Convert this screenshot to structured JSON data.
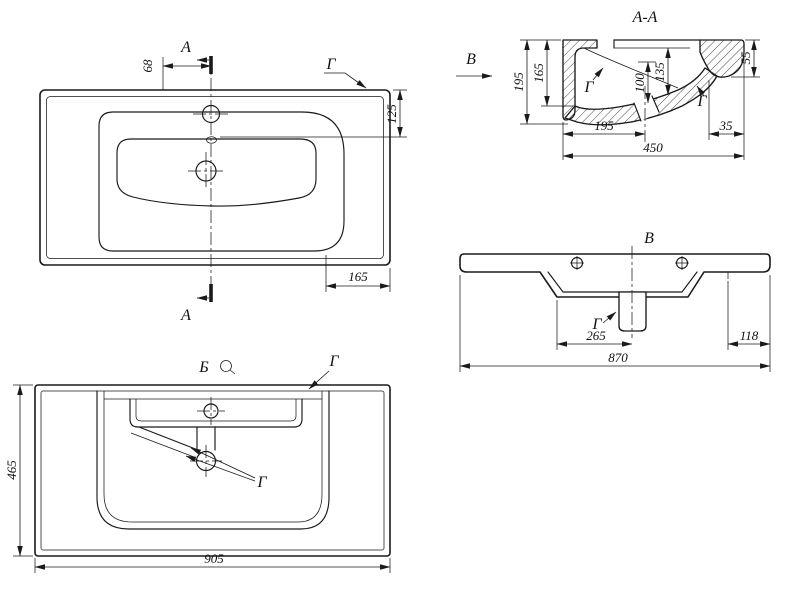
{
  "colors": {
    "background": "#ffffff",
    "line": "#1a1a1a"
  },
  "drawing": {
    "views": {
      "plan": {
        "section_letter": "А",
        "surface_mark": "Г",
        "dim_68": "68",
        "dim_125": "125",
        "dim_165": "165"
      },
      "section": {
        "title": "А-А",
        "view_arrow_letter": "B",
        "surface_mark_left": "Г",
        "surface_mark_right": "Г",
        "dim_height_total": "195",
        "dim_height_inner": "165",
        "dim_depth_100": "100",
        "dim_depth_135": "135",
        "dim_front_55": "55",
        "dim_drain_offset": "195",
        "dim_lip_35": "35",
        "dim_width_450": "450"
      },
      "back": {
        "title": "В",
        "surface_mark": "Г",
        "dim_265": "265",
        "dim_118": "118",
        "dim_870": "870"
      },
      "front": {
        "title": "Б",
        "surface_mark": "Г",
        "dim_465": "465",
        "dim_905": "905"
      }
    }
  }
}
